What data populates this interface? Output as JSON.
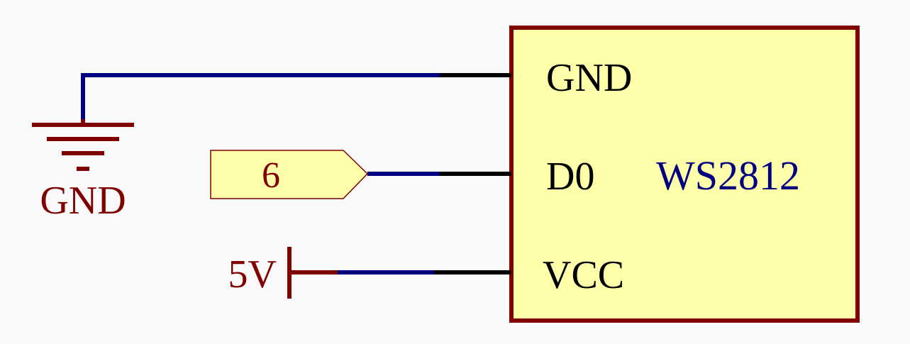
{
  "colors": {
    "background": "#fafafa",
    "symbol": "#800000",
    "wire": "#000080",
    "pin": "#000000",
    "component_fill": "#ffffaa",
    "component_border": "#800000",
    "component_name": "#000080",
    "pin_label": "#000000"
  },
  "ground_symbol": {
    "label": "GND",
    "icon": "ground-icon"
  },
  "net_port": {
    "label": "6",
    "icon": "net-port-icon"
  },
  "power_symbol": {
    "label": "5V",
    "icon": "power-bar-icon"
  },
  "component": {
    "name": "WS2812",
    "pins": {
      "gnd": "GND",
      "d0": "D0",
      "vcc": "VCC"
    }
  }
}
